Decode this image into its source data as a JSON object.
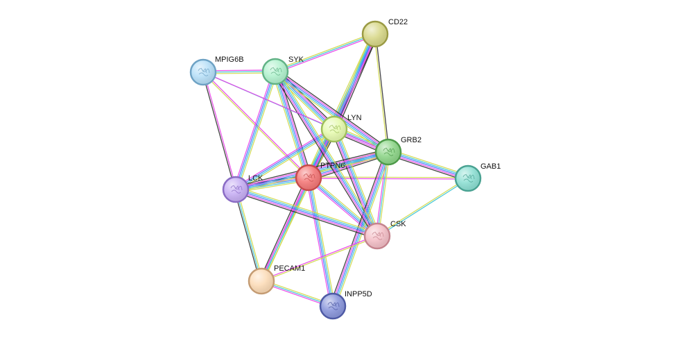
{
  "network": {
    "edge_colors": [
      "#d0d84a",
      "#3fc4d4",
      "#3f73ff",
      "#e844e8",
      "#222222"
    ],
    "nodes": [
      {
        "id": "PTPN6",
        "label": "PTPN6",
        "color": "#f47a7a",
        "stroke": "#c44c4c",
        "icon": "protein-structure-icon"
      },
      {
        "id": "LYN",
        "label": "LYN",
        "color": "#e6fab0",
        "stroke": "#9fbf5c",
        "icon": "protein-structure-icon"
      },
      {
        "id": "GRB2",
        "label": "GRB2",
        "color": "#8fd68a",
        "stroke": "#4e9a4a",
        "icon": "protein-structure-icon"
      },
      {
        "id": "SYK",
        "label": "SYK",
        "color": "#b3f2cf",
        "stroke": "#62b286",
        "icon": "protein-structure-icon"
      },
      {
        "id": "MPIG6B",
        "label": "MPIG6B",
        "color": "#b8e0f8",
        "stroke": "#6ea2c4",
        "icon": "protein-structure-icon"
      },
      {
        "id": "CD22",
        "label": "CD22",
        "color": "#d8d88a",
        "stroke": "#9a9a44",
        "icon": ""
      },
      {
        "id": "GAB1",
        "label": "GAB1",
        "color": "#8fe0d4",
        "stroke": "#4aa292",
        "icon": "protein-structure-icon"
      },
      {
        "id": "LCK",
        "label": "LCK",
        "color": "#c8b0f4",
        "stroke": "#8a6cc4",
        "icon": "protein-structure-icon"
      },
      {
        "id": "CSK",
        "label": "CSK",
        "color": "#f4c0c8",
        "stroke": "#c4848e",
        "icon": "protein-structure-icon"
      },
      {
        "id": "PECAM1",
        "label": "PECAM1",
        "color": "#fcdcb8",
        "stroke": "#c49c74",
        "icon": ""
      },
      {
        "id": "INPP5D",
        "label": "INPP5D",
        "color": "#8c98dc",
        "stroke": "#4e5aa4",
        "icon": "protein-structure-icon"
      }
    ],
    "edges": [
      {
        "source": "PTPN6",
        "target": "LYN",
        "types": [
          0,
          1,
          2,
          3,
          4
        ]
      },
      {
        "source": "PTPN6",
        "target": "GRB2",
        "types": [
          0,
          1,
          2,
          3,
          4
        ]
      },
      {
        "source": "PTPN6",
        "target": "SYK",
        "types": [
          0,
          1,
          2,
          3,
          4
        ]
      },
      {
        "source": "PTPN6",
        "target": "MPIG6B",
        "types": [
          0,
          3
        ]
      },
      {
        "source": "PTPN6",
        "target": "CD22",
        "types": [
          0,
          1,
          2,
          3,
          4
        ]
      },
      {
        "source": "PTPN6",
        "target": "GAB1",
        "types": [
          0,
          3
        ]
      },
      {
        "source": "PTPN6",
        "target": "LCK",
        "types": [
          0,
          1,
          2,
          3,
          4
        ]
      },
      {
        "source": "PTPN6",
        "target": "CSK",
        "types": [
          0,
          1,
          2,
          3
        ]
      },
      {
        "source": "PTPN6",
        "target": "PECAM1",
        "types": [
          0,
          1,
          3,
          4
        ]
      },
      {
        "source": "PTPN6",
        "target": "INPP5D",
        "types": [
          0,
          1,
          2,
          3
        ]
      },
      {
        "source": "LYN",
        "target": "GRB2",
        "types": [
          0,
          1,
          2,
          3,
          4
        ]
      },
      {
        "source": "LYN",
        "target": "SYK",
        "types": [
          0,
          1,
          2,
          3,
          4
        ]
      },
      {
        "source": "LYN",
        "target": "CD22",
        "types": [
          0,
          1,
          2,
          3,
          4
        ]
      },
      {
        "source": "LYN",
        "target": "LCK",
        "types": [
          0,
          1,
          2,
          3
        ]
      },
      {
        "source": "LYN",
        "target": "CSK",
        "types": [
          0,
          1,
          2,
          3,
          4
        ]
      },
      {
        "source": "LYN",
        "target": "PECAM1",
        "types": [
          0,
          1,
          3
        ]
      },
      {
        "source": "LYN",
        "target": "MPIG6B",
        "types": [
          1
        ]
      },
      {
        "source": "GRB2",
        "target": "SYK",
        "types": [
          0,
          1,
          2,
          3,
          4
        ]
      },
      {
        "source": "GRB2",
        "target": "CD22",
        "types": [
          0,
          4
        ]
      },
      {
        "source": "GRB2",
        "target": "GAB1",
        "types": [
          0,
          1,
          2,
          3,
          4
        ]
      },
      {
        "source": "GRB2",
        "target": "LCK",
        "types": [
          0,
          1,
          2,
          3,
          4
        ]
      },
      {
        "source": "GRB2",
        "target": "CSK",
        "types": [
          0,
          1,
          3
        ]
      },
      {
        "source": "GRB2",
        "target": "INPP5D",
        "types": [
          0,
          1,
          2,
          3,
          4
        ]
      },
      {
        "source": "SYK",
        "target": "MPIG6B",
        "types": [
          0,
          1,
          3
        ]
      },
      {
        "source": "SYK",
        "target": "CD22",
        "types": [
          0,
          1,
          3
        ]
      },
      {
        "source": "SYK",
        "target": "LCK",
        "types": [
          0,
          1,
          2,
          3
        ]
      },
      {
        "source": "SYK",
        "target": "CSK",
        "types": [
          0,
          1,
          2,
          3,
          4
        ]
      },
      {
        "source": "MPIG6B",
        "target": "LCK",
        "types": [
          3,
          4
        ]
      },
      {
        "source": "MPIG6B",
        "target": "GRB2",
        "types": [
          3
        ]
      },
      {
        "source": "LCK",
        "target": "CSK",
        "types": [
          0,
          1,
          2,
          3,
          4
        ]
      },
      {
        "source": "LCK",
        "target": "PECAM1",
        "types": [
          0,
          1,
          4
        ]
      },
      {
        "source": "CSK",
        "target": "GAB1",
        "types": [
          0,
          1
        ]
      },
      {
        "source": "CSK",
        "target": "PECAM1",
        "types": [
          0,
          3
        ]
      },
      {
        "source": "PECAM1",
        "target": "INPP5D",
        "types": [
          0,
          1,
          3
        ]
      }
    ]
  }
}
